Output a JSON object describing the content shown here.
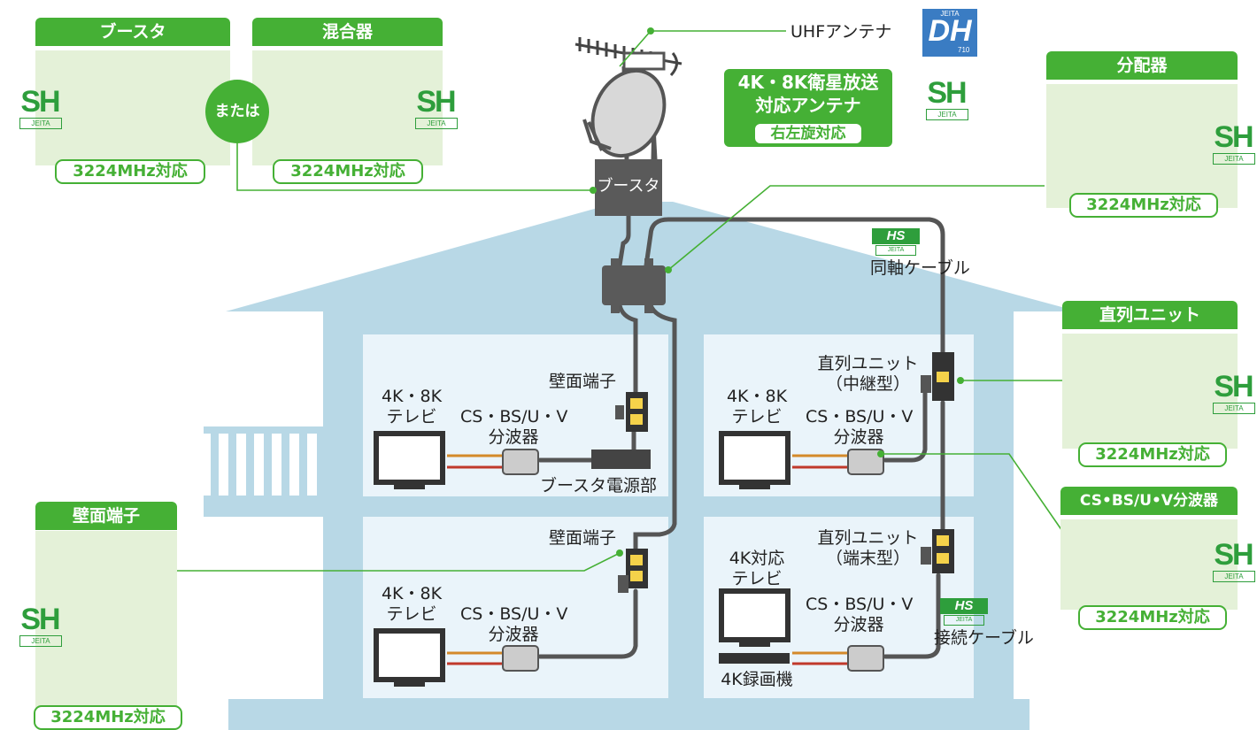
{
  "title_labels": {
    "uhf_antenna": "UHFアンテナ",
    "sat_antenna_line1": "4K・8K衛星放送",
    "sat_antenna_line2": "対応アンテナ",
    "sat_antenna_badge": "右左旋対応",
    "booster_roof": "ブースタ",
    "coax_cable": "同軸ケーブル",
    "connection_cable": "接続ケーブル",
    "or_badge": "または"
  },
  "panels": {
    "booster": {
      "title": "ブースタ",
      "freq": "3224MHz対応"
    },
    "mixer": {
      "title": "混合器",
      "freq": "3224MHz対応"
    },
    "distributor": {
      "title": "分配器",
      "freq": "3224MHz対応"
    },
    "series_unit": {
      "title": "直列ユニット",
      "freq": "3224MHz対応"
    },
    "splitter": {
      "title": "CS•BS/U•V分波器",
      "freq": "3224MHz対応"
    },
    "wall_terminal": {
      "title": "壁面端子",
      "freq": "3224MHz対応"
    }
  },
  "marks": {
    "sh": "SH",
    "jeita": "JEITA",
    "hs": "HS",
    "dh": "DH",
    "dh_num": "710"
  },
  "rooms": {
    "upper_left": {
      "wall": "壁面端子",
      "tv1": "4K・8K",
      "tv2": "テレビ",
      "sp1": "CS・BS/U・V",
      "sp2": "分波器",
      "power": "ブースタ電源部"
    },
    "upper_right": {
      "unit1": "直列ユニット",
      "unit2": "（中継型）",
      "tv1": "4K・8K",
      "tv2": "テレビ",
      "sp1": "CS・BS/U・V",
      "sp2": "分波器"
    },
    "lower_left": {
      "wall": "壁面端子",
      "tv1": "4K・8K",
      "tv2": "テレビ",
      "sp1": "CS・BS/U・V",
      "sp2": "分波器"
    },
    "lower_right": {
      "unit1": "直列ユニット",
      "unit2": "（端末型）",
      "tv1": "4K対応",
      "tv2": "テレビ",
      "sp1": "CS・BS/U・V",
      "sp2": "分波器",
      "recorder": "4K録画機"
    }
  },
  "colors": {
    "green": "#45b035",
    "panel": "#e4f1d8",
    "house": "#b8d8e6",
    "room": "#eaf4fa",
    "cable": "#555555",
    "mark_green": "#2e9e3c",
    "dh_blue": "#3a7cc3"
  }
}
